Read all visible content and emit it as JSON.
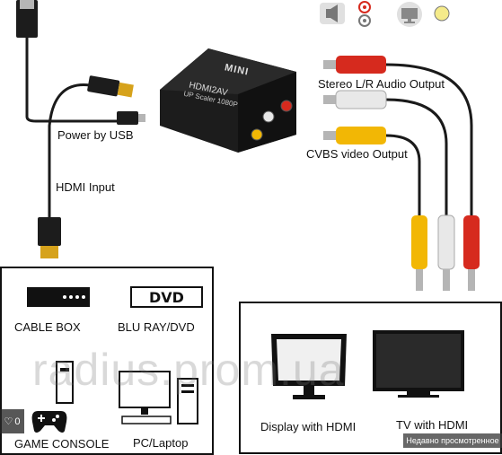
{
  "diagram": {
    "labels": {
      "power_by_usb": "Power by USB",
      "hdmi_input": "HDMI Input",
      "stereo_audio": "Stereo L/R Audio Output",
      "cvbs_video": "CVBS video Output"
    },
    "device": {
      "brand": "MINI",
      "model": "HDMI2AV",
      "subtitle": "UP Scaler 1080P"
    }
  },
  "sources_panel": {
    "items": [
      {
        "label": "CABLE BOX",
        "icon": "cable-box-icon"
      },
      {
        "label": "BLU RAY/DVD",
        "icon": "dvd-icon",
        "badge": "DVD"
      },
      {
        "label": "GAME CONSOLE",
        "icon": "gamepad-icon"
      },
      {
        "label": "PC/Laptop",
        "icon": "pc-icon"
      }
    ]
  },
  "displays_panel": {
    "items": [
      {
        "label": "Display with HDMI",
        "icon": "monitor-icon"
      },
      {
        "label": "TV with HDMI",
        "icon": "tv-icon"
      }
    ]
  },
  "toolbar": {
    "icons": [
      "speaker-icon",
      "rca-jack-icon",
      "monitor-icon",
      "yellow-dot-icon"
    ]
  },
  "overlay": {
    "watermark": "radius.prom.ua",
    "favorite_count": "0",
    "recently_viewed": "Недавно просмотренное"
  },
  "colors": {
    "red_plug": "#d62a1e",
    "white_plug": "#e8e8e8",
    "yellow_plug": "#f2b705",
    "cable": "#1a1a1a",
    "device": "#1c1c1c"
  }
}
